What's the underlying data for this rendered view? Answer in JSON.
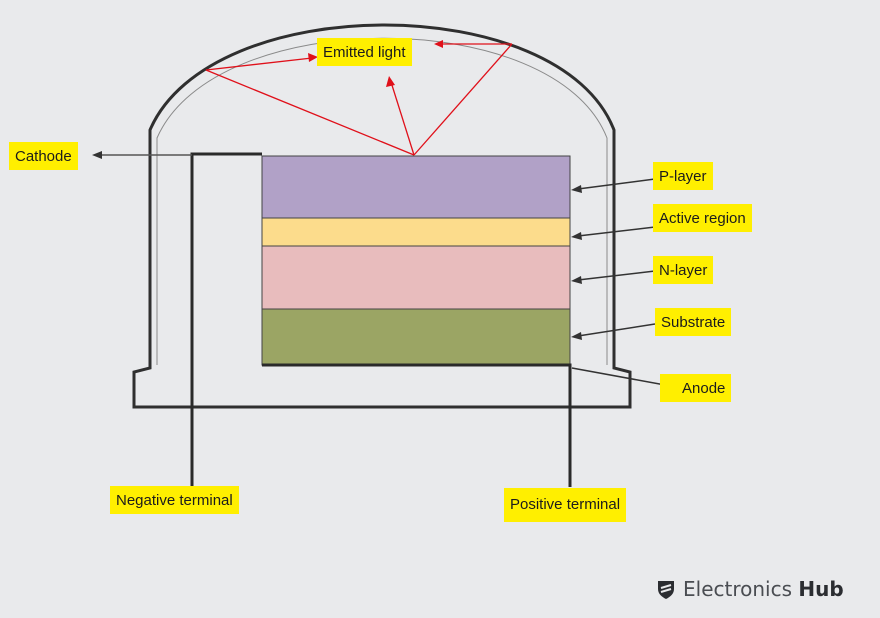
{
  "labels": {
    "emitted_light": "Emitted light",
    "cathode": "Cathode",
    "p_layer": "P-layer",
    "active_region": "Active region",
    "n_layer": "N-layer",
    "substrate": "Substrate",
    "anode": "Anode",
    "negative_terminal": "Negative terminal",
    "positive_terminal": "Positive terminal"
  },
  "brand": {
    "name_light": "Electronics",
    "name_bold": "Hub",
    "icon": "electronics-hub-logo-icon"
  },
  "colors": {
    "label_bg": "#ffef00",
    "p_layer": "#b1a1c7",
    "active_region": "#fcdc8c",
    "n_layer": "#e8bcbd",
    "substrate": "#9ba564",
    "light_rays": "#e0101a",
    "outline": "#2c2c2c"
  }
}
